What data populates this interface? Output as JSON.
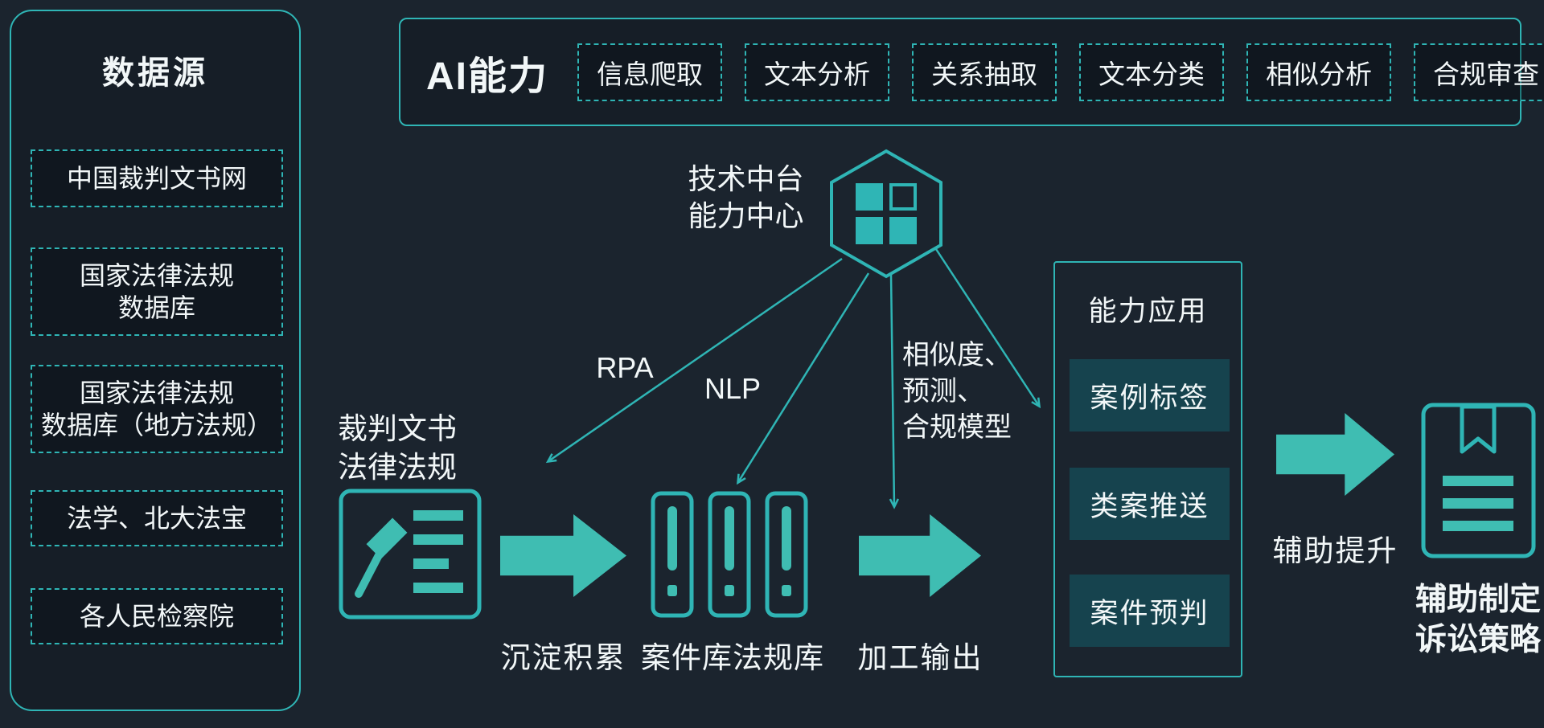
{
  "colors": {
    "background": "#1b242e",
    "panel_bg": "#161e27",
    "accent": "#2fb5b5",
    "arrow": "#3fbdb2",
    "box_fill": "#16434e",
    "text": "#f2f7f8"
  },
  "data_sources": {
    "title": "数据源",
    "items": [
      "中国裁判文书网",
      "国家法律法规\n数据库",
      "国家法律法规\n数据库（地方法规）",
      "法学、北大法宝",
      "各人民检察院"
    ]
  },
  "ai_panel": {
    "title": "AI能力",
    "items": [
      "信息爬取",
      "文本分析",
      "关系抽取",
      "文本分类",
      "相似分析",
      "合规审查"
    ]
  },
  "platform": {
    "label": "技术中台\n能力中心"
  },
  "arrows": {
    "rpa": "RPA",
    "nlp": "NLP",
    "models": "相似度、\n预测、\n合规模型"
  },
  "flow": {
    "source_docs": "裁判文书\n法律法规",
    "accumulate": "沉淀积累",
    "library": "案件库法规库",
    "process": "加工输出",
    "assist": "辅助提升",
    "result": "辅助制定\n诉讼策略"
  },
  "applications": {
    "title": "能力应用",
    "items": [
      "案例标签",
      "类案推送",
      "案件预判"
    ]
  },
  "icons": {
    "platform": "hexagon-grid-icon",
    "source_document": "gavel-document-icon",
    "library": "case-binder-icon",
    "result": "strategy-document-icon"
  }
}
